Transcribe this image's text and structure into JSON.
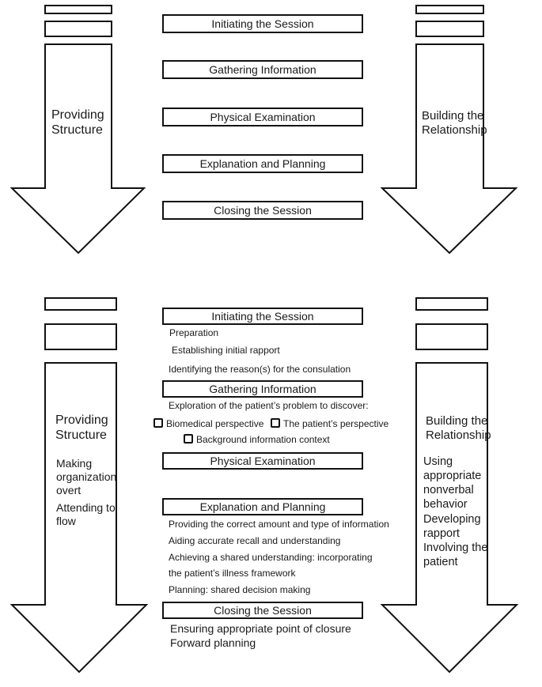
{
  "top_diagram": {
    "left_arrow_label": "Providing\nStructure",
    "right_arrow_label": "Building the\nRelationship",
    "stages": [
      "Initiating the Session",
      "Gathering Information",
      "Physical Examination",
      "Explanation and Planning",
      "Closing the Session"
    ]
  },
  "bottom_diagram": {
    "left_arrow_label": "Providing\nStructure",
    "left_items": [
      "Making\norganization\novert",
      "Attending to\nflow"
    ],
    "right_arrow_label": "Building the\nRelationship",
    "right_items": [
      "Using\nappropriate\nnonverbal\nbehavior",
      "Developing\nrapport",
      "Involving the\npatient"
    ],
    "stages": {
      "initiating": {
        "title": "Initiating the Session",
        "items": [
          "Preparation",
          "Establishing initial rapport",
          "Identifying the reason(s) for the consulation"
        ]
      },
      "gathering": {
        "title": "Gathering Information",
        "intro": "Exploration of the patient’s problem to discover:",
        "checkboxes": [
          "Biomedical perspective",
          "The patient’s perspective",
          "Background information context"
        ]
      },
      "physical": {
        "title": "Physical Examination"
      },
      "explanation": {
        "title": "Explanation and Planning",
        "items": [
          "Providing the correct amount and type of information",
          "Aiding accurate recall and understanding",
          "Achieving a shared understanding: incorporating",
          "the patient’s illness framework",
          "Planning: shared decision making"
        ]
      },
      "closing": {
        "title": "Closing the Session",
        "items": [
          "Ensuring appropriate point of closure",
          "Forward planning"
        ]
      }
    }
  }
}
